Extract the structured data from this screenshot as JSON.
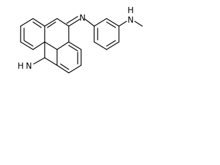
{
  "colors": {
    "background": "#ffffff",
    "bond": "#000000",
    "label": "#000000"
  },
  "atom_labels": {
    "imine_n": "N",
    "ring_nh": "N",
    "ring_h": "H",
    "amine_nh": "N",
    "amine_h": "H"
  }
}
